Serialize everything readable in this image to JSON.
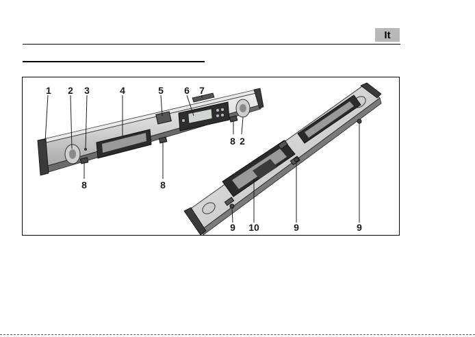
{
  "header": {
    "language_tab": "It"
  },
  "figure": {
    "callouts": {
      "c1": "1",
      "c2a": "2",
      "c3": "3",
      "c4": "4",
      "c5": "5",
      "c6": "6",
      "c7": "7",
      "c8a": "8",
      "c2b": "2",
      "c8b": "8",
      "c8c": "8",
      "c9a": "9",
      "c10": "10",
      "c9b": "9",
      "c9c": "9"
    }
  }
}
